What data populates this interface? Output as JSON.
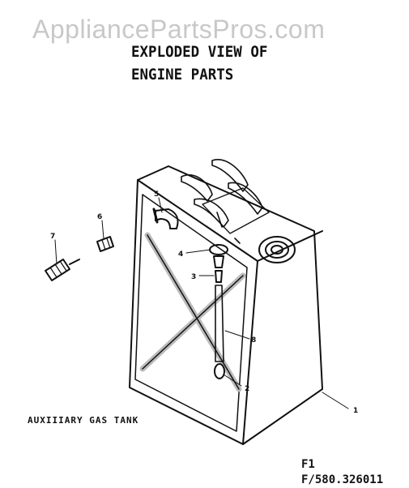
{
  "watermark": "AppliancePartsPros.com",
  "title": {
    "line1": "EXPLODED VIEW OF",
    "line2": "ENGINE PARTS"
  },
  "caption": "AUXIIIARY GAS TANK",
  "reference": {
    "line1": "F1",
    "line2": "F/580.326011"
  },
  "callouts": [
    "1",
    "2",
    "3",
    "4",
    "5",
    "6",
    "7",
    "8"
  ],
  "colors": {
    "ink": "#111111",
    "watermark": "#c8c8c8"
  }
}
